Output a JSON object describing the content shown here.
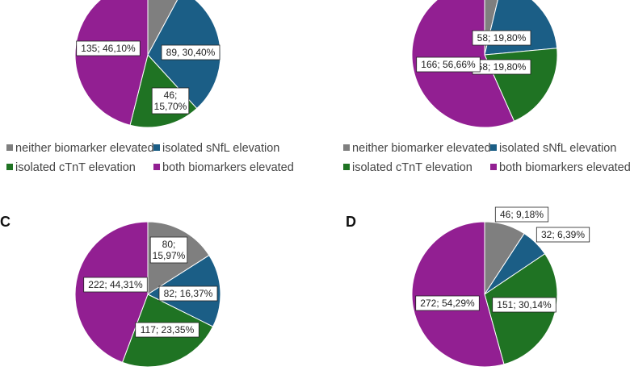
{
  "colors": {
    "neither": "#7f7f7f",
    "sNfL": "#1b5e86",
    "cTnT": "#1f7323",
    "both": "#921f92"
  },
  "legend": [
    {
      "key": "neither",
      "label": "neither biomarker elevated"
    },
    {
      "key": "sNfL",
      "label": "isolated sNfL elevation"
    },
    {
      "key": "cTnT",
      "label": "isolated cTnT elevation"
    },
    {
      "key": "both",
      "label": "both biomarkers elevated"
    }
  ],
  "chart_data": [
    {
      "type": "pie",
      "panel": "",
      "slices": [
        {
          "key": "neither",
          "value": 23,
          "label": ""
        },
        {
          "key": "sNfL",
          "value": 89,
          "label": "89, 30,40%"
        },
        {
          "key": "cTnT",
          "value": 46,
          "label": "46;\n15,70%"
        },
        {
          "key": "both",
          "value": 135,
          "label": "135; 46,10%"
        }
      ]
    },
    {
      "type": "pie",
      "panel": "",
      "slices": [
        {
          "key": "neither",
          "value": 11,
          "label": ""
        },
        {
          "key": "sNfL",
          "value": 58,
          "label": "58; 19,80%"
        },
        {
          "key": "cTnT",
          "value": 58,
          "label": "58; 19,80%"
        },
        {
          "key": "both",
          "value": 166,
          "label": "166; 56,66%"
        }
      ]
    },
    {
      "type": "pie",
      "panel": "C",
      "slices": [
        {
          "key": "neither",
          "value": 80,
          "label": "80;\n15,97%"
        },
        {
          "key": "sNfL",
          "value": 82,
          "label": "82; 16,37%"
        },
        {
          "key": "cTnT",
          "value": 117,
          "label": "117; 23,35%"
        },
        {
          "key": "both",
          "value": 222,
          "label": "222; 44,31%"
        }
      ]
    },
    {
      "type": "pie",
      "panel": "D",
      "slices": [
        {
          "key": "neither",
          "value": 46,
          "label": "46; 9,18%"
        },
        {
          "key": "sNfL",
          "value": 32,
          "label": "32; 6,39%"
        },
        {
          "key": "cTnT",
          "value": 151,
          "label": "151; 30,14%"
        },
        {
          "key": "both",
          "value": 272,
          "label": "272; 54,29%"
        }
      ]
    }
  ]
}
